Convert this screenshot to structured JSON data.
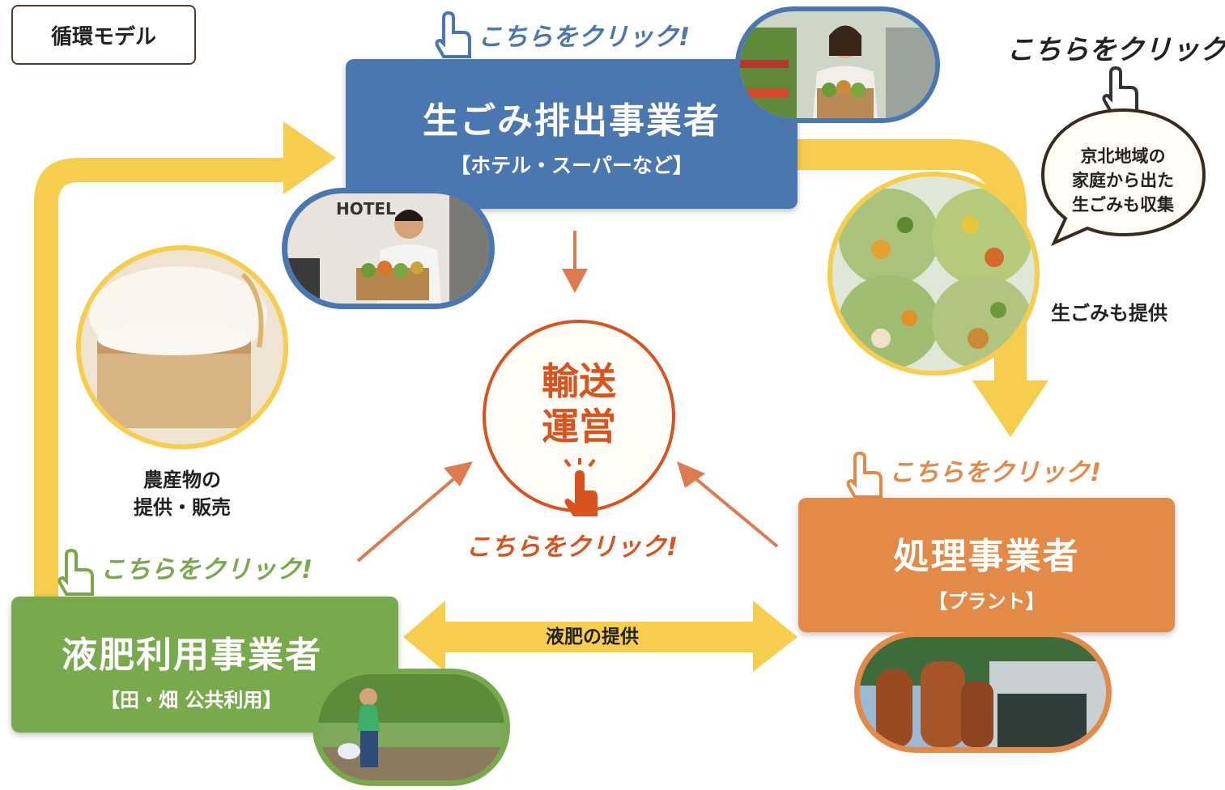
{
  "tag": {
    "label": "循環モデル"
  },
  "click_label": "こちらをクリック!",
  "nodes": {
    "emitter": {
      "title": "生ごみ排出事業者",
      "sub": "【ホテル・スーパーなど】",
      "color": "#4a77b0"
    },
    "processor": {
      "title": "処理事業者",
      "sub": "【プラント】",
      "color": "#e48a48"
    },
    "user": {
      "title": "液肥利用事業者",
      "sub": "【田・畑 公共利用】",
      "color": "#78a94c"
    },
    "transport": {
      "title_line1": "輸送",
      "title_line2": "運営",
      "color": "#d9531e"
    }
  },
  "bubble": {
    "line1": "京北地域の",
    "line2": "家庭から出た",
    "line3": "生ごみも収集"
  },
  "captions": {
    "food_waste": "生ごみも提供",
    "produce_line1": "農産物の",
    "produce_line2": "提供・販売",
    "fertilizer": "液肥の提供"
  },
  "photo_signage": {
    "hotel": "HOTEL"
  },
  "colors": {
    "flow": "#f6cd4d",
    "transport_arrow": "#de7a50",
    "dark_text": "#222222"
  }
}
